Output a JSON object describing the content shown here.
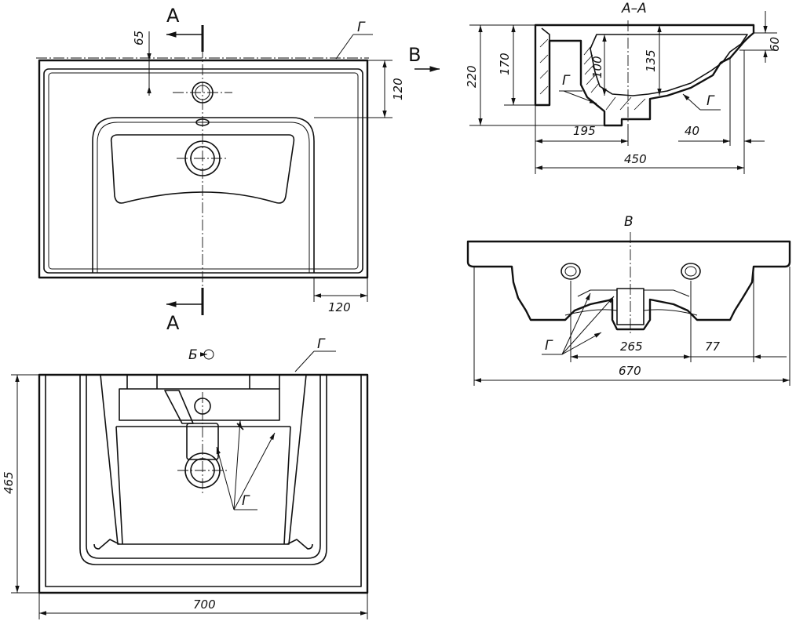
{
  "section_marks": {
    "section_letter": "A",
    "view_letter": "B"
  },
  "section_title": "A–A",
  "view_title": "B",
  "bottom_view_label": "Б",
  "leader_label": "Г",
  "plan_view": {
    "dims": {
      "d65": "65",
      "d120_right": "120",
      "d120_bottom": "120"
    }
  },
  "bottom_view": {
    "dims": {
      "d465": "465",
      "d700": "700"
    }
  },
  "section_view": {
    "dims": {
      "d220": "220",
      "d170": "170",
      "d100": "100",
      "d135": "135",
      "d60": "60",
      "d195": "195",
      "d40": "40",
      "d450": "450"
    }
  },
  "front_view": {
    "dims": {
      "d265": "265",
      "d77": "77",
      "d670": "670"
    }
  }
}
